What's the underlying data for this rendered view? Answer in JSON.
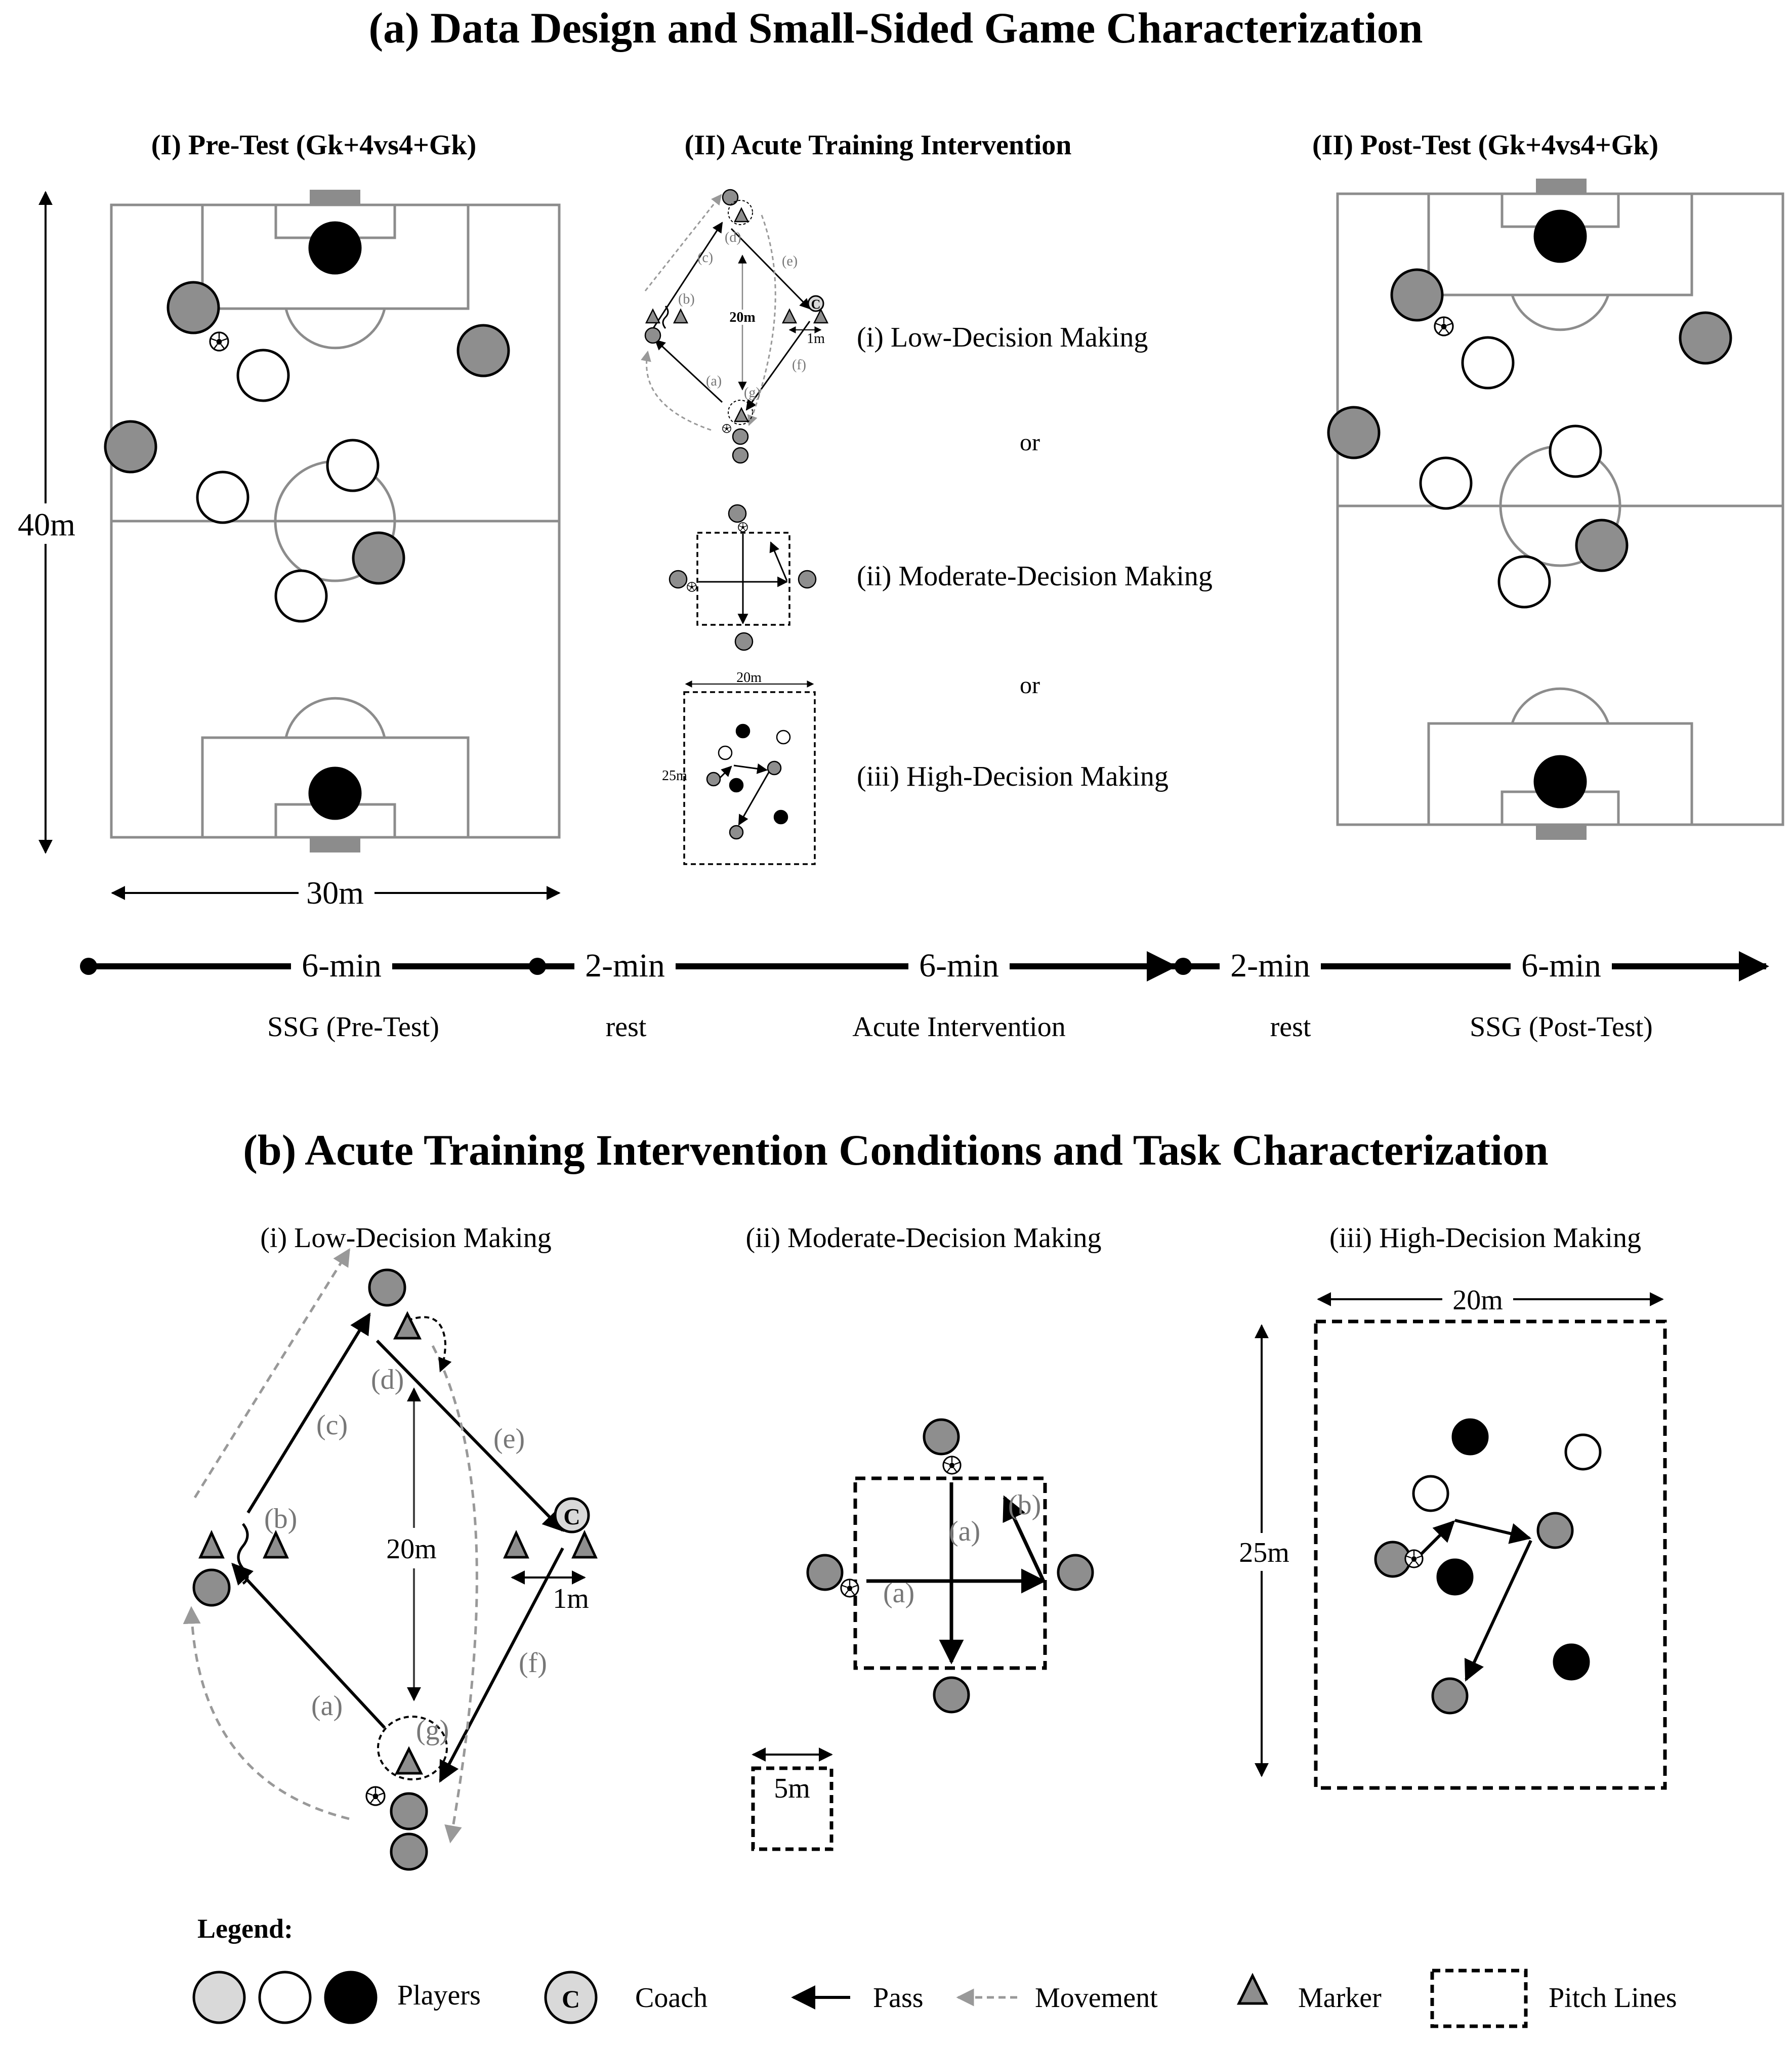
{
  "panel_a": {
    "title": "(a) Data Design and Small-Sided Game Characterization",
    "pre_test_title": "(I) Pre-Test (Gk+4vs4+Gk)",
    "intervention_title": "(II) Acute Training Intervention",
    "post_test_title": "(II) Post-Test (Gk+4vs4+Gk)",
    "pitch_length": "40m",
    "pitch_width": "30m",
    "options": [
      "(i) Low-Decision Making",
      "(ii) Moderate-Decision Making",
      "(iii) High-Decision Making"
    ],
    "or_label": "or",
    "mini": {
      "low_distance": "20m",
      "low_marker_gap": "1m",
      "high_width": "20m",
      "high_length": "25m",
      "coach_letter": "C",
      "pass_labels": [
        "(a)",
        "(b)",
        "(c)",
        "(d)",
        "(e)",
        "(f)",
        "(g)"
      ]
    }
  },
  "timeline": {
    "durations": [
      "6-min",
      "2-min",
      "6-min",
      "2-min",
      "6-min"
    ],
    "phases": [
      "SSG (Pre-Test)",
      "rest",
      "Acute Intervention",
      "rest",
      "SSG (Post-Test)"
    ]
  },
  "panel_b": {
    "title": "(b) Acute Training Intervention Conditions and Task Characterization",
    "low": {
      "title": "(i) Low-Decision Making",
      "distance": "20m",
      "marker_gap": "1m",
      "coach_letter": "C",
      "pass_labels": [
        "(a)",
        "(b)",
        "(c)",
        "(d)",
        "(e)",
        "(f)",
        "(g)"
      ]
    },
    "moderate": {
      "title": "(ii) Moderate-Decision Making",
      "pass_labels": [
        "(a)",
        "(a)",
        "(b)"
      ],
      "scale_label": "5m"
    },
    "high": {
      "title": "(iii) High-Decision Making",
      "width": "20m",
      "length": "25m"
    }
  },
  "legend": {
    "title": "Legend:",
    "items": [
      "Players",
      "Coach",
      "Pass",
      "Movement",
      "Marker",
      "Pitch Lines"
    ],
    "coach_letter": "C"
  },
  "colors": {
    "player_gray": "#8e8e8e",
    "player_white": "#ffffff",
    "player_black": "#000000",
    "legend_light": "#d9d9d9",
    "movement": "#999999",
    "pitch_line": "#8c8c8c"
  }
}
